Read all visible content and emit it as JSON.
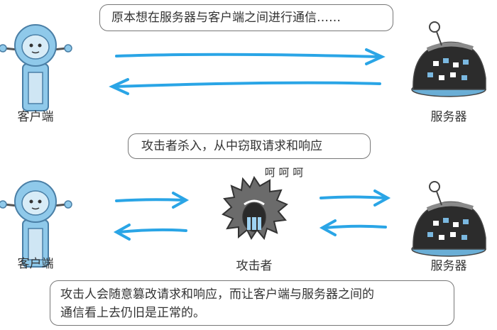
{
  "top": {
    "bubble_text": "原本想在服务器与客户端之间进行通信……",
    "client_label": "客户端",
    "server_label": "服务器"
  },
  "bottom": {
    "bubble_text": "攻击者杀入，从中窃取请求和响应",
    "laugh_text": "呵 呵 呵",
    "client_label": "客户端",
    "attacker_label": "攻击者",
    "server_label": "服务器"
  },
  "caption": {
    "line1": "攻击人会随意篡改请求和响应，而让客户端与服务器之间的",
    "line2": "通信看上去仍旧是正常的。"
  },
  "colors": {
    "arrow": "#2aa5e6",
    "client_body": "#8fc9ea",
    "server_dark": "#2c2c2c",
    "attacker": "#555555"
  }
}
